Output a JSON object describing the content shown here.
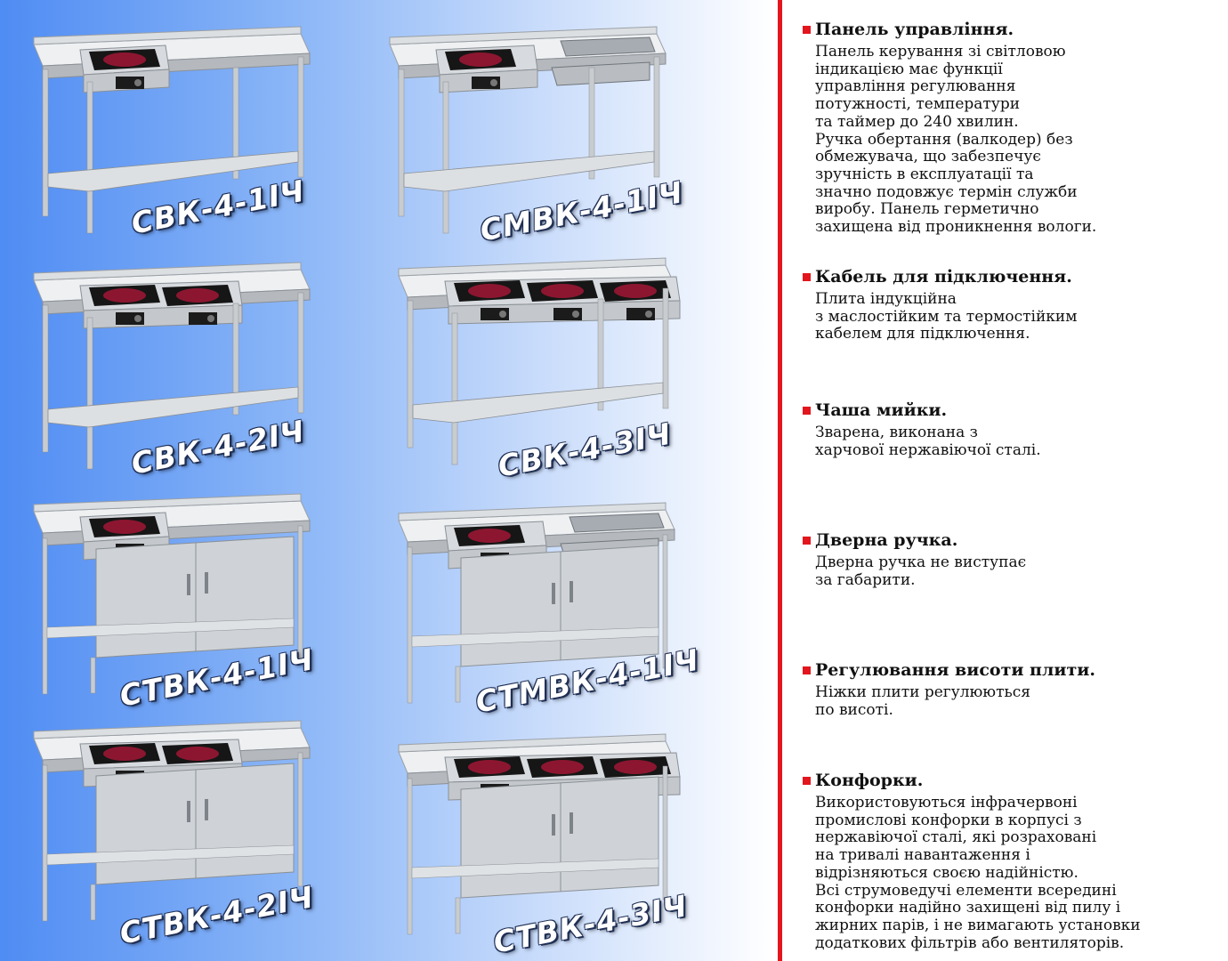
{
  "products": [
    {
      "label": "СВК-4-1ІЧ",
      "burners": 1,
      "panels": 1,
      "sink": false,
      "cabinet": false
    },
    {
      "label": "СМВК-4-1ІЧ",
      "burners": 1,
      "panels": 1,
      "sink": true,
      "cabinet": false
    },
    {
      "label": "СВК-4-2ІЧ",
      "burners": 2,
      "panels": 2,
      "sink": false,
      "cabinet": false
    },
    {
      "label": "СВК-4-3ІЧ",
      "burners": 3,
      "panels": 3,
      "sink": false,
      "cabinet": false
    },
    {
      "label": "СТВК-4-1ІЧ",
      "burners": 1,
      "panels": 1,
      "sink": false,
      "cabinet": true
    },
    {
      "label": "СТМВК-4-1ІЧ",
      "burners": 1,
      "panels": 1,
      "sink": true,
      "cabinet": true
    },
    {
      "label": "СТВК-4-2ІЧ",
      "burners": 2,
      "panels": 2,
      "sink": false,
      "cabinet": true
    },
    {
      "label": "СТВК-4-3ІЧ",
      "burners": 3,
      "panels": 3,
      "sink": false,
      "cabinet": true
    }
  ],
  "features": [
    {
      "title": "Панель управління.",
      "lines": [
        "Панель керування зі світловою",
        "індикацією має функції",
        "управління регулювання",
        "потужності, температури",
        "та таймер до 240 хвилин.",
        "Ручка обертання (валкодер) без",
        "обмежувача, що забезпечує",
        "зручність в експлуатації та",
        "значно подовжує термін служби",
        "виробу. Панель герметично",
        "захищена від проникнення вологи."
      ]
    },
    {
      "title": "Кабель для підключення.",
      "lines": [
        "Плита індукційна",
        "з маслостійким та термостійким",
        "кабелем для підключення."
      ]
    },
    {
      "title": "Чаша мийки.",
      "lines": [
        "Зварена, виконана з",
        "харчової нержавіючої сталі."
      ]
    },
    {
      "title": "Дверна ручка.",
      "lines": [
        "Дверна ручка не виступає",
        "за габарити."
      ]
    },
    {
      "title": "Регулювання висоти плити.",
      "lines": [
        "Ніжки плити регулюються",
        "по висоті."
      ]
    },
    {
      "title": "Конфорки.",
      "lines": [
        "Використовуються інфрачервоні",
        "промислові конфорки в корпусі з",
        "нержавіючої сталі, які розраховані",
        "на тривалі навантаження і",
        "відрізняються своєю надійністю.",
        "Всі струмоведучі елементи всередині",
        "конфорки надійно захищені від пилу і",
        "жирних парів, і не вимагають установки",
        "додаткових фільтрів або вентиляторів."
      ]
    }
  ],
  "colors": {
    "accent": "#e3161d",
    "steel": "#c9cccf",
    "burner": "#8c1630",
    "panel_blue": "#4f8cf3"
  }
}
